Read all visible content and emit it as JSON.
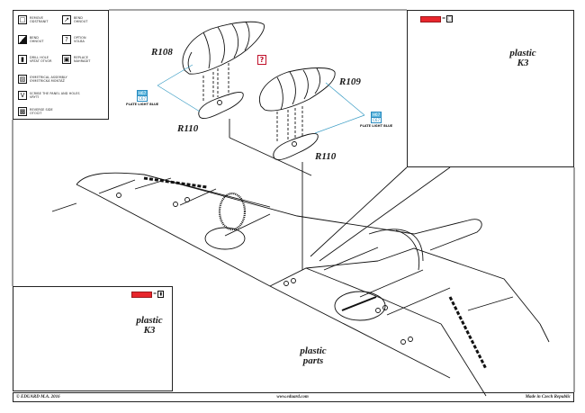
{
  "legend": {
    "items": [
      {
        "icon": "remove-icon",
        "glyph": "☐",
        "line1": "REMOVE",
        "line2": "ODSTRANIT"
      },
      {
        "icon": "bend-icon",
        "glyph": "↗",
        "line1": "BEND",
        "line2": "OHNOUT"
      },
      {
        "icon": "bend-repeat-icon",
        "glyph": "",
        "line1": "BEND",
        "line2": "OHNOUT"
      },
      {
        "icon": "option-icon",
        "glyph": "?",
        "line1": "OPTION",
        "line2": "VOLBA"
      },
      {
        "icon": "drill-hole-icon",
        "glyph": "▮",
        "line1": "DRILL HOLE",
        "line2": "VRTAT OTVOR"
      },
      {
        "icon": "replace-icon",
        "glyph": "▣",
        "line1": "REPLACE",
        "line2": "NAHRADIT"
      },
      {
        "icon": "symmetrical-assembly-icon",
        "glyph": "▨",
        "line1": "SYMETRICAL ASSEMBLY",
        "line2": "SYMETRICKÁ MONTÁŽ"
      },
      {
        "icon": "scribe-icon",
        "glyph": "V",
        "line1": "SCRIBE THE PANEL AND HOLES",
        "line2": "VRYTÍ"
      },
      {
        "icon": "reverse-side-icon",
        "glyph": "▩",
        "line1": "REVERSE SIDE",
        "line2": "OTOČIT"
      }
    ]
  },
  "parts": {
    "r108": "R108",
    "r109": "R109",
    "r110_left": "R110",
    "r110_right": "R110",
    "option_mark": "?"
  },
  "paint_tags": [
    {
      "code1": "H67",
      "code2": "C67",
      "name": "PLATE LIGHT BLUE"
    },
    {
      "code1": "H67",
      "code2": "C67",
      "name": "PLATE LIGHT BLUE"
    }
  ],
  "insets": {
    "top_right": {
      "label_line1": "plastic",
      "label_line2": "K3",
      "key_equals": "=",
      "key_icon": "remove-icon",
      "key_color": "#e8262c"
    },
    "bottom_left": {
      "label_line1": "plastic",
      "label_line2": "K3",
      "key_equals": "=",
      "key_icon": "drill-hole-icon",
      "key_color": "#e8262c"
    }
  },
  "main_labels": {
    "plastic_parts_line1": "plastic",
    "plastic_parts_line2": "parts"
  },
  "footer": {
    "copyright": "© EDUARD M.A. 2016",
    "website": "www.eduard.com",
    "origin": "Made in Czech Republic"
  },
  "colors": {
    "paint_blue": "#5ab4dc",
    "leader_line": "#3a9cc4",
    "highlight_red": "#e8262c"
  }
}
